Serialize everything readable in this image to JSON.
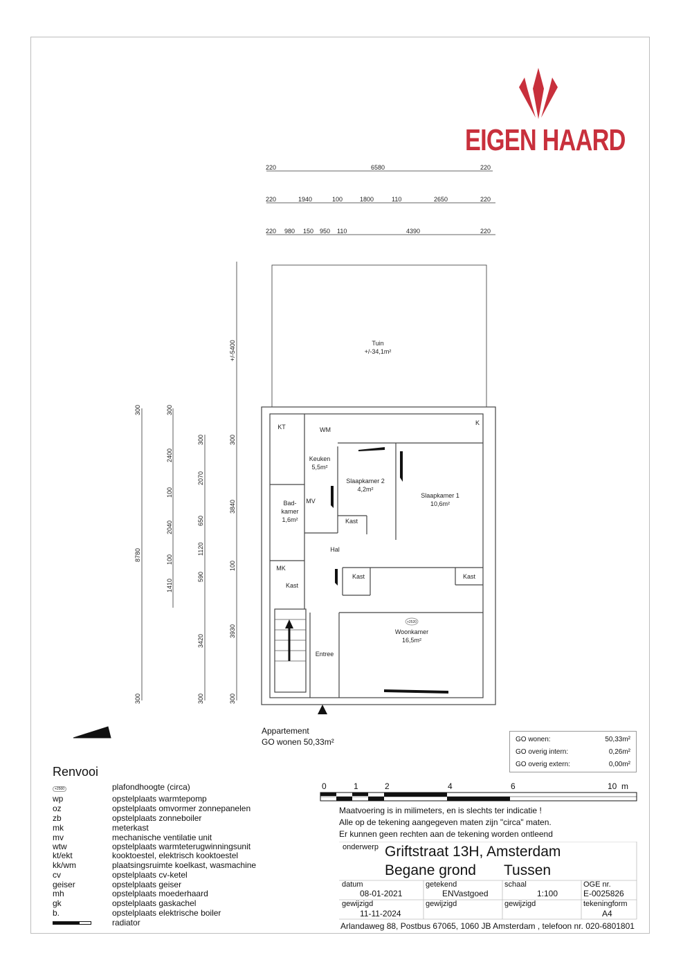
{
  "brand": {
    "name": "EIGEN HAARD",
    "color": "#c8303c"
  },
  "dimensions": {
    "row1": [
      "220",
      "6580",
      "220"
    ],
    "row2": [
      "220",
      "1940",
      "100",
      "1800",
      "110",
      "2650",
      "220"
    ],
    "row3": [
      "220",
      "980",
      "150",
      "950",
      "110",
      "4390",
      "220"
    ],
    "left_col_a": [
      "300",
      "8780",
      "300"
    ],
    "left_col_b": [
      "300",
      "2400",
      "100",
      "2040",
      "100",
      "1410"
    ],
    "left_col_c": [
      "300",
      "2070",
      "650",
      "1120",
      "590",
      "3420",
      "300"
    ],
    "left_col_d": [
      "+/-5400",
      "300",
      "3840",
      "100",
      "3930",
      "300"
    ]
  },
  "rooms": {
    "tuin": "Tuin",
    "tuin_area": "+/-34,1m²",
    "kt": "KT",
    "wm": "WM",
    "keuken": "Keuken",
    "keuken_area": "5,5m²",
    "slaapkamer2": "Slaapkamer 2",
    "slaapkamer2_area": "4,2m²",
    "slaapkamer1": "Slaapkamer 1",
    "slaapkamer1_area": "10,6m²",
    "k": "K",
    "bad1": "Bad-",
    "bad2": "kamer",
    "bad_area": "1,6m²",
    "mv": "MV",
    "kast1": "Kast",
    "hal": "Hal",
    "mk": "MK",
    "kast2": "Kast",
    "kast3": "Kast",
    "kast4": "Kast",
    "ceiling": "+2520",
    "woonkamer": "Woonkamer",
    "woonkamer_area": "16,5m²",
    "entree": "Entree"
  },
  "appartement": {
    "label": "Appartement",
    "area": "GO wonen 50,33m²"
  },
  "go_table": [
    {
      "label": "GO wonen:",
      "value": "50,33m²"
    },
    {
      "label": "GO overig intern:",
      "value": "0,26m²"
    },
    {
      "label": "GO overig extern:",
      "value": "0,00m²"
    }
  ],
  "renvooi": {
    "title": "Renvooi",
    "ceiling_symbol": "+2500",
    "items": [
      {
        "code": "",
        "text": "plafondhoogte (circa)"
      },
      {
        "code": "wp",
        "text": "opstelplaats warmtepomp"
      },
      {
        "code": "oz",
        "text": "opstelplaats omvormer zonnepanelen"
      },
      {
        "code": "zb",
        "text": "opstelplaats zonneboiler"
      },
      {
        "code": "mk",
        "text": "meterkast"
      },
      {
        "code": "mv",
        "text": "mechanische ventilatie unit"
      },
      {
        "code": "wtw",
        "text": "opstelplaats warmteterugwinningsunit"
      },
      {
        "code": "kt/ekt",
        "text": "kooktoestel, elektrisch kooktoestel"
      },
      {
        "code": "kk/wm",
        "text": "plaatsingsruimte koelkast, wasmachine"
      },
      {
        "code": "cv",
        "text": "opstelplaats cv-ketel"
      },
      {
        "code": "geiser",
        "text": "opstelplaats geiser"
      },
      {
        "code": "mh",
        "text": "opstelplaats moederhaard"
      },
      {
        "code": "gk",
        "text": "opstelplaats gaskachel"
      },
      {
        "code": "b.",
        "text": "opstelplaats elektrische boiler"
      },
      {
        "code": "",
        "text": "radiator"
      }
    ]
  },
  "scale_bar": {
    "labels": [
      "0",
      "1",
      "2",
      "4",
      "6",
      "10"
    ],
    "unit": "m"
  },
  "notes": [
    "Maatvoering is in milimeters, en is slechts ter indicatie !",
    "Alle op de tekening aangegeven maten zijn \"circa\" maten.",
    "Er kunnen geen rechten aan de tekening worden ontleend"
  ],
  "title_block": {
    "onderwerp_label": "onderwerp",
    "address": "Griftstraat 13H, Amsterdam",
    "floor": "Begane grond",
    "type": "Tussen",
    "datum_label": "datum",
    "datum": "08-01-2021",
    "getekend_label": "getekend",
    "getekend": "ENVastgoed",
    "schaal_label": "schaal",
    "schaal": "1:100",
    "oge_label": "OGE nr.",
    "oge": "E-0025826",
    "gewijzigd_label": "gewijzigd",
    "gewijzigd": "11-11-2024",
    "gewijzigd2_label": "gewijzigd",
    "gewijzigd3_label": "gewijzigd",
    "tekeningform_label": "tekeningform",
    "tekeningform": "A4",
    "footer": "Arlandaweg 88, Postbus 67065, 1060 JB Amsterdam , telefoon nr. 020-6801801"
  }
}
